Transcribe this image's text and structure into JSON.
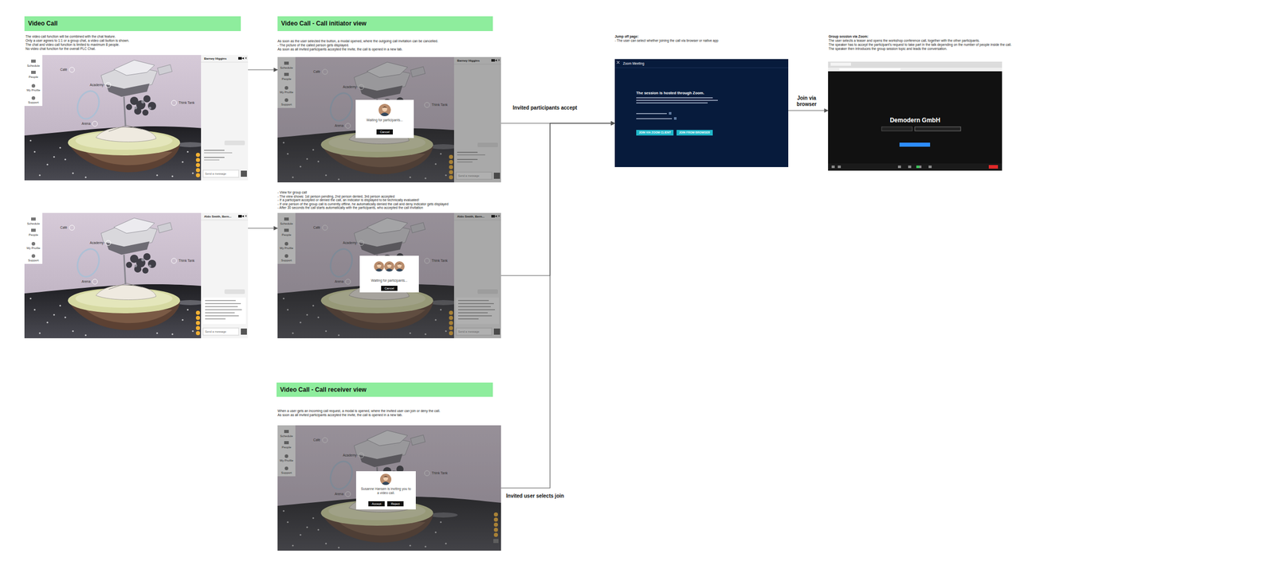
{
  "diagram": {
    "nodes": [
      {
        "text": [
          "Video Call"
        ]
      },
      {
        "text": [
          "Schedule",
          "People",
          "My Profile",
          "Support",
          "Café",
          "Academy",
          "Think Tank",
          "Arena",
          "Barney Higgins",
          "Send a message"
        ]
      },
      {
        "text": [
          "Schedule",
          "People",
          "My Profile",
          "Support",
          "Café",
          "Academy",
          "Think Tank",
          "Arena",
          "Aldo Smith, Bern...",
          "Send a message"
        ]
      },
      {
        "text": [
          "Video Call - Call initiator view"
        ]
      },
      {
        "text": [
          "Schedule",
          "People",
          "My Profile",
          "Support",
          "Café",
          "Academy",
          "Think Tank",
          "Arena",
          "Barney Higgins",
          "Send a message"
        ]
      },
      {
        "text": [
          "Waiting for participants..."
        ],
        "in": 4
      },
      {
        "text": [
          "Cancel"
        ],
        "in": 5
      },
      {
        "text": [
          "Schedule",
          "People",
          "My Profile",
          "Support",
          "Café",
          "Academy",
          "Think Tank",
          "Arena",
          "Aldo Smith, Bern...",
          "Send a message"
        ]
      },
      {
        "text": [
          "Waiting for participants..."
        ],
        "in": 7
      },
      {
        "text": [
          "Cancel"
        ],
        "in": 8
      },
      {
        "text": [
          "Video Call - Call receiver view"
        ]
      },
      {
        "text": [
          "Schedule",
          "People",
          "My Profile",
          "Support",
          "Café",
          "Academy",
          "Think Tank",
          "Arena"
        ]
      },
      {
        "text": [
          "Susanne Hansen is inviting you to a video call."
        ],
        "in": 11
      },
      {
        "text": [
          "Accept"
        ],
        "in": 12
      },
      {
        "text": [
          "Reject"
        ],
        "in": 12
      },
      {
        "text": [
          "Zoom Meeting",
          "The session is hosted through Zoom."
        ]
      },
      {
        "text": [
          "JOIN VIA ZOOM CLIENT"
        ],
        "in": 15
      },
      {
        "text": [
          "JOIN FROM BROWSER"
        ],
        "in": 15
      },
      {
        "text": [
          "Demodern GmbH"
        ]
      }
    ],
    "edges": [
      {
        "from": 1,
        "to": 4,
        "arrow": "to"
      },
      {
        "from": 2,
        "to": 7,
        "arrow": "to"
      },
      {
        "from": 4,
        "to": 15,
        "label": "Invited participants accept",
        "arrow": "to"
      },
      {
        "from": 7,
        "to": 15,
        "arrow": "to"
      },
      {
        "from": 11,
        "to": 15,
        "label": "Invited user selects join",
        "arrow": "to"
      },
      {
        "from": 15,
        "to": 18,
        "label": "Join via browser",
        "arrow": "to"
      }
    ],
    "labels": [
      "The video call function will be combined with the chat feature.",
      "Only a user agrees to 1:1 or a group chat, a video call button is shown.",
      "The chat and video call function is limited to maximum 8 people.",
      "No video chat function for the overall PLC Chat.",
      "As soon as the user selected the button, a modal opened, where the outgoing call invitation can be cancelled.",
      "- The picture of the called person gets displayed.",
      "As soon as all invited participants accepted the invite, the call is opened in a new tab.",
      "- View for group call",
      "- The view shows: 1st person pending, 2nd person denied, 3rd person accepted",
      "- If a participant accepted or denied the call, an indicator is displayed to be technically evaluated!",
      "- If one person of the group call is currently offline, he automatically denied the call and deny indicator gets displayed",
      "- After 30 seconds the call starts automatically with the participants, who accepted the call invitation",
      "When a user gets an incoming call request, a modal is opened, where the invited user can join or deny the call.",
      "As soon as all invited participants accepted the invite, the call is opened in a new tab.",
      "Jump off page:",
      "- The user can select whether joining the call via browser or native app",
      "Group session via Zoom:",
      "The user selects a teaser and opens the workshop conference call, together with the other participants.",
      "The speaker has to accept the participant's request to take part in the talk depending on the number of people inside the call.",
      "The speaker then introduces the group session topic and leads the conversation."
    ]
  }
}
